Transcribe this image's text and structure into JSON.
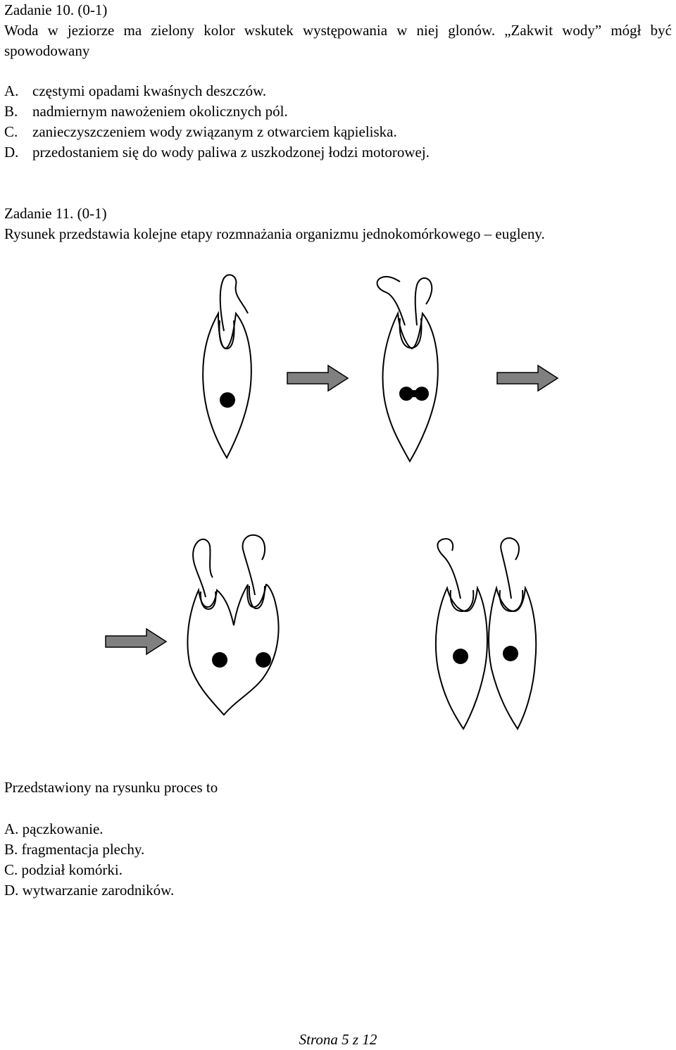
{
  "task10": {
    "title": "Zadanie 10. (0-1)",
    "stem": "Woda w jeziorze ma zielony kolor wskutek występowania w niej glonów. „Zakwit wody” mógł być spowodowany",
    "options": [
      {
        "letter": "A.",
        "text": "częstymi opadami kwaśnych deszczów."
      },
      {
        "letter": "B.",
        "text": "nadmiernym nawożeniem okolicznych pól."
      },
      {
        "letter": "C.",
        "text": "zanieczyszczeniem wody związanym z otwarciem kąpieliska."
      },
      {
        "letter": "D.",
        "text": "przedostaniem się do wody paliwa z uszkodzonej łodzi motorowej."
      }
    ]
  },
  "task11": {
    "title": "Zadanie 11. (0-1)",
    "stem": "Rysunek przedstawia kolejne etapy rozmnażania organizmu jednokomórkowego – eugleny.",
    "question": "Przedstawiony na rysunku proces to",
    "options": [
      "A. pączkowanie.",
      "B. fragmentacja plechy.",
      "C. podział komórki.",
      "D. wytwarzanie zarodników."
    ]
  },
  "footer": "Strona 5 z 12",
  "colors": {
    "arrow_fill": "#808080",
    "outline": "#000000"
  }
}
